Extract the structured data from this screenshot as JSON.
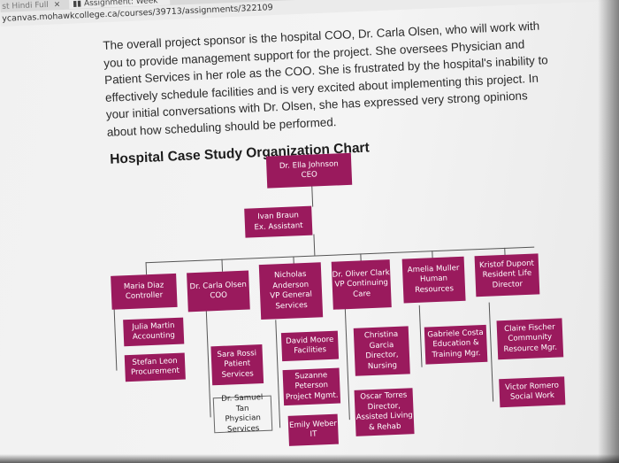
{
  "browser": {
    "tabs": [
      {
        "label": "st Hindi Full"
      },
      {
        "label": "Assignment: Week"
      }
    ],
    "url": "ycanvas.mohawkcollege.ca/courses/39713/assignments/322109"
  },
  "article": {
    "paragraph": "The overall project sponsor is the hospital COO, Dr. Carla Olsen, who will work with you to provide management support for the project. She oversees Physician and Patient Services in her role as the COO. She is frustrated by the hospital's inability to effectively schedule facilities and is very excited about implementing this project. In your initial conversations with Dr. Olsen, she has expressed very strong opinions about how scheduling should be performed.",
    "chart_title": "Hospital Case Study Organization Chart"
  },
  "org_chart": {
    "ceo": "Dr. Ella Johnson\nCEO",
    "assistant": "Ivan Braun\nEx. Assistant",
    "managers": [
      "Maria Diaz\nController",
      "Dr. Carla Olsen\nCOO",
      "Nicholas\nAnderson\nVP General\nServices",
      "Dr. Oliver Clark\nVP Continuing\nCare",
      "Amelia Muller\nHuman\nResources",
      "Kristof Dupont\nResident Life\nDirector"
    ],
    "staff": {
      "julia": "Julia Martin\nAccounting",
      "stefan": "Stefan Leon\nProcurement",
      "sara": "Sara Rossi\nPatient\nServices",
      "samuel": "Dr. Samuel Tan\nPhysician\nServices",
      "david": "David Moore\nFacilities",
      "suzanne": "Suzanne\nPeterson\nProject Mgmt.",
      "emily": "Emily Weber\nIT",
      "christina": "Christina\nGarcia\nDirector,\nNursing",
      "oscar": "Oscar Torres\nDirector,\nAssisted Living\n& Rehab",
      "gabriele": "Gabriele Costa\nEducation &\nTraining Mgr.",
      "claire": "Claire Fischer\nCommunity\nResource Mgr.",
      "victor": "Victor Romero\nSocial Work"
    }
  }
}
